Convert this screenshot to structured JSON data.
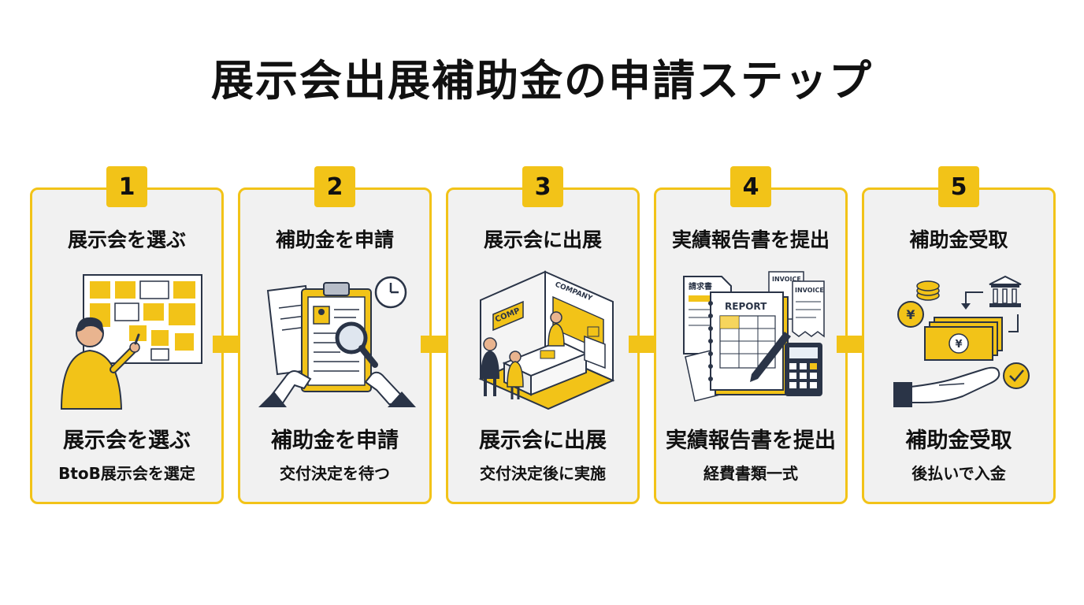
{
  "title": "展示会出展補助金の申請ステップ",
  "colors": {
    "accent": "#f2c318",
    "card_bg": "#f1f1f1",
    "ink": "#2a3447"
  },
  "steps": [
    {
      "number": "1",
      "label": "展示会を選ぶ",
      "title": "展示会を選ぶ",
      "subtitle": "BtoB展示会を選定",
      "icon": "floor-plan-person-icon"
    },
    {
      "number": "2",
      "label": "補助金を申請",
      "title": "補助金を申請",
      "subtitle": "交付決定を待つ",
      "icon": "clipboard-magnifier-icon"
    },
    {
      "number": "3",
      "label": "展示会に出展",
      "title": "展示会に出展",
      "subtitle": "交付決定後に実施",
      "icon": "exhibition-booth-icon",
      "booth_signs": [
        "COMP",
        "COMPANY"
      ]
    },
    {
      "number": "4",
      "label": "実績報告書を提出",
      "title": "実績報告書を提出",
      "subtitle": "経費書類一式",
      "icon": "report-calculator-icon",
      "doc_labels": [
        "請求書",
        "REPORT",
        "INVOICE",
        "INVOICE"
      ]
    },
    {
      "number": "5",
      "label": "補助金受取",
      "title": "補助金受取",
      "subtitle": "後払いで入金",
      "icon": "money-receive-icon",
      "currency": "¥"
    }
  ]
}
